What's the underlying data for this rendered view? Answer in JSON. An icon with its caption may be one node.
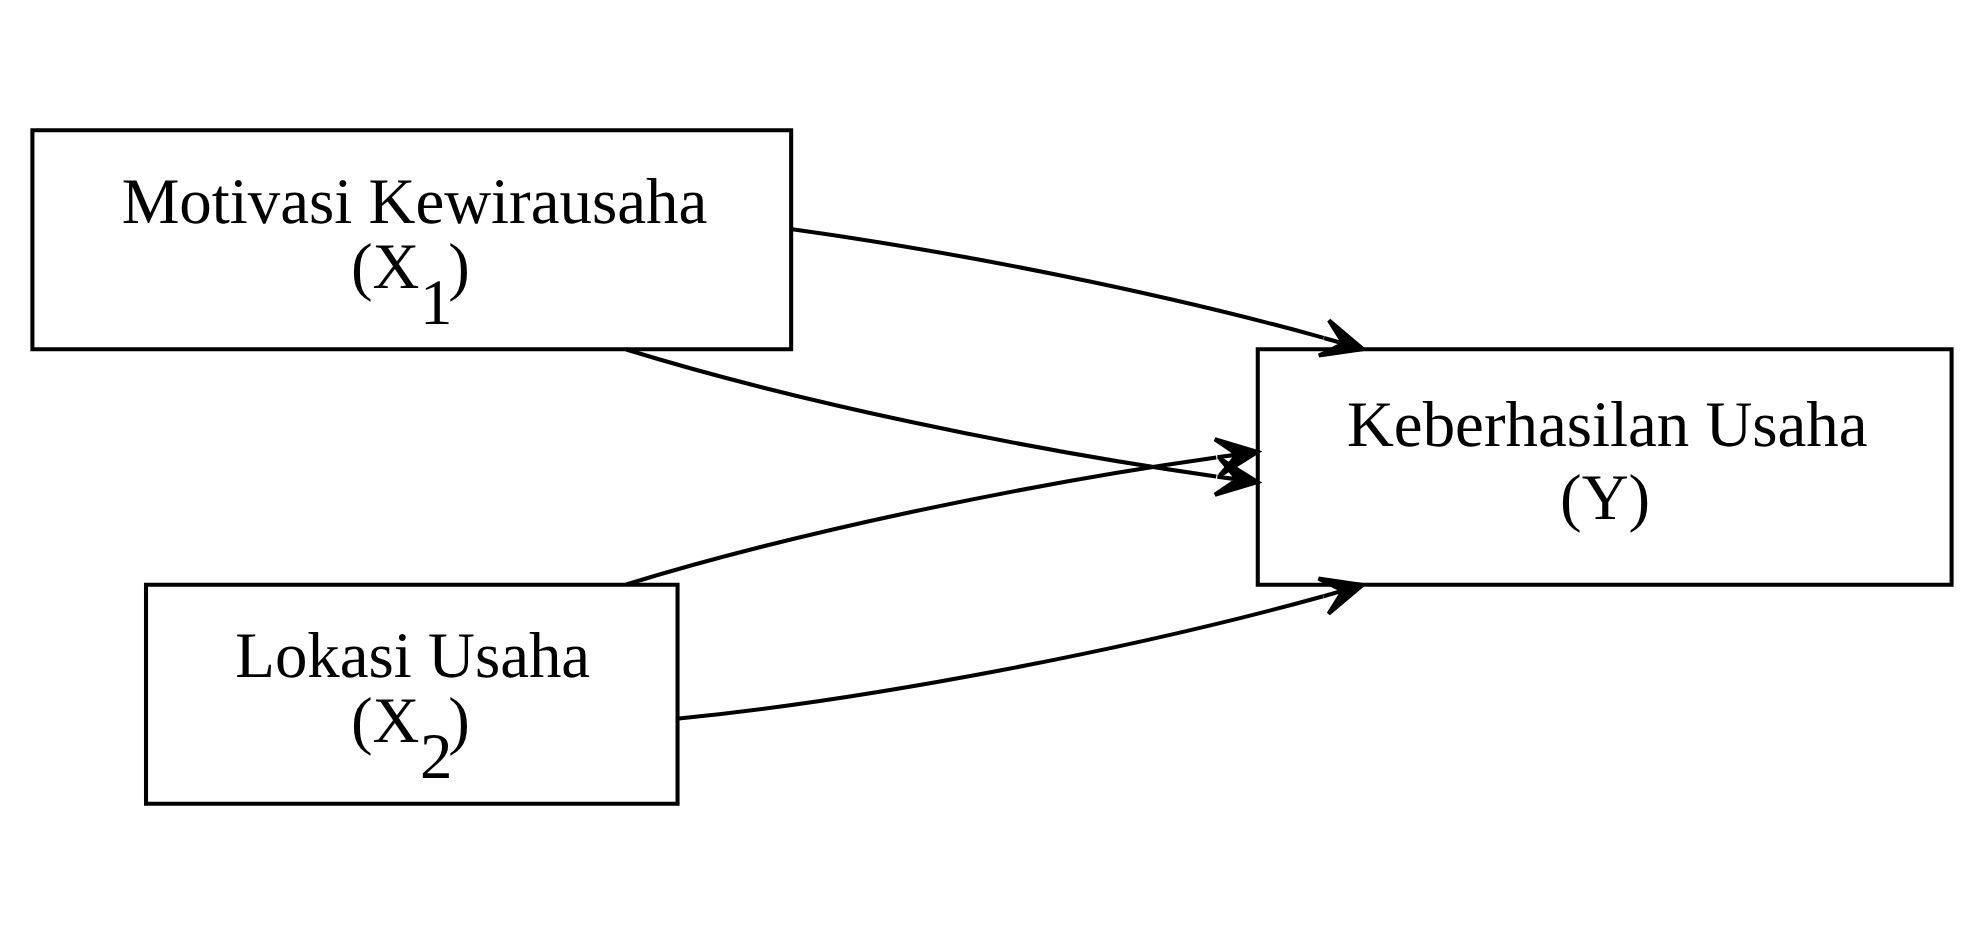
{
  "diagram": {
    "nodes": [
      {
        "text": [
          "Motivasi Kewirausaha",
          "(X$_{1}$)"
        ]
      },
      {
        "text": [
          "Lokasi Usaha",
          "(X$_{2}$)"
        ]
      },
      {
        "text": [
          "Keberhasilan Usaha",
          "(Y)"
        ]
      }
    ],
    "edges": [
      {
        "from": 0,
        "to": 2,
        "arrow": "to"
      },
      {
        "from": 1,
        "to": 2,
        "arrow": "to"
      },
      {
        "from": 0,
        "to": 2,
        "arrow": "to"
      },
      {
        "from": 1,
        "to": 2,
        "arrow": "to"
      }
    ]
  }
}
